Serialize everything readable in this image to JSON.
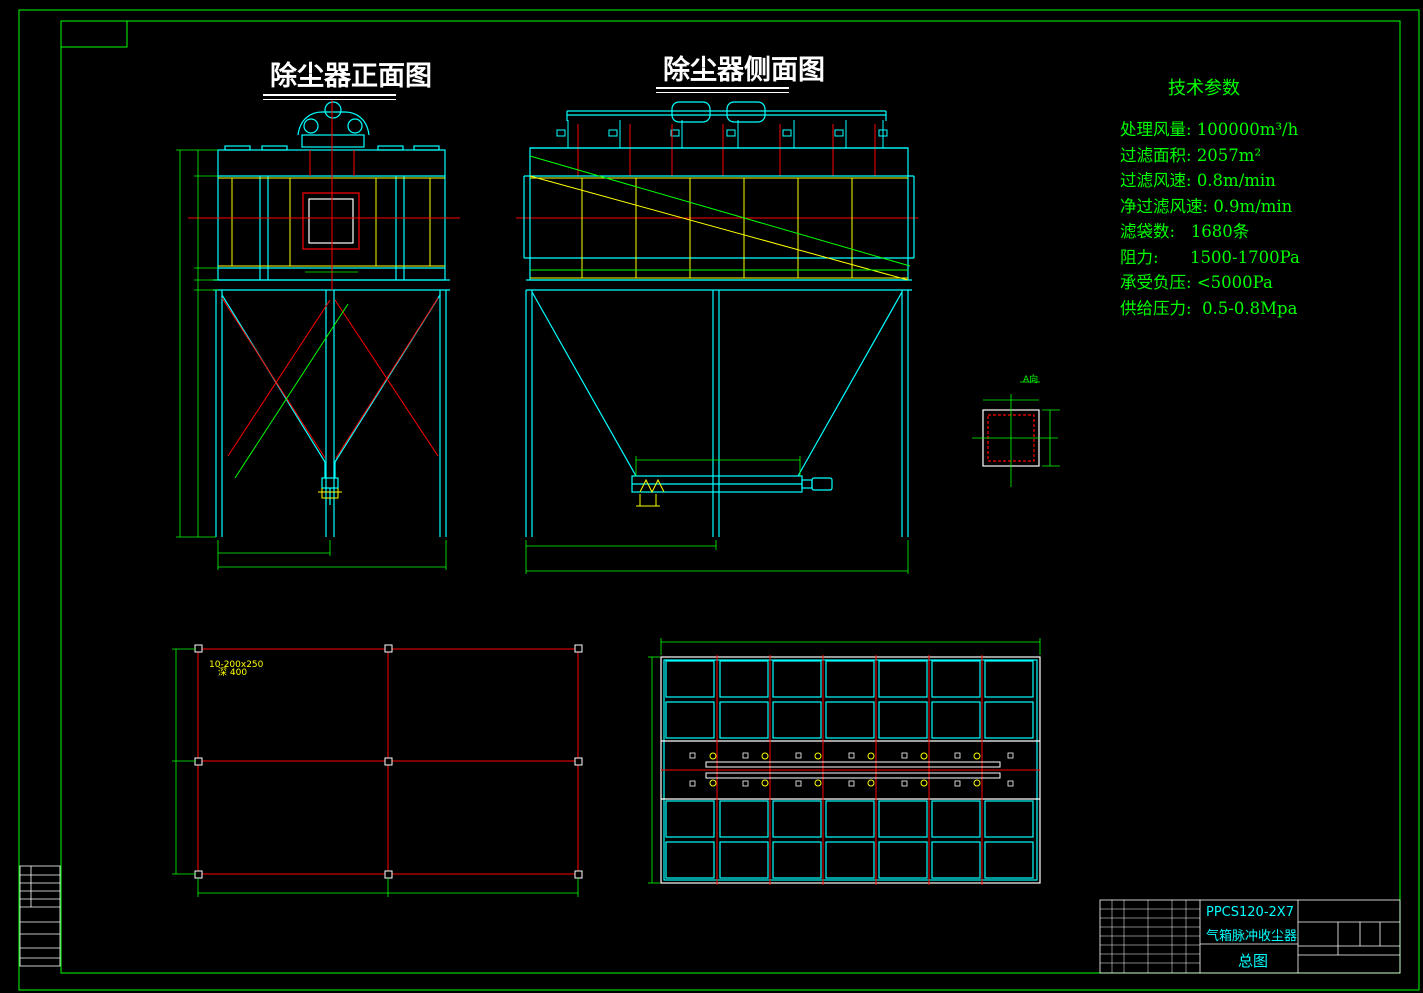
{
  "drawing": {
    "front_view_title": "除尘器正面图",
    "side_view_title": "除尘器侧面图",
    "detail_label": "A向",
    "foundation_note_line1": "10-200x250",
    "foundation_note_line2": "深 400"
  },
  "tech_params": {
    "heading": "技术参数",
    "items": [
      {
        "label": "处理风量:",
        "value": "100000m³/h"
      },
      {
        "label": "过滤面积:",
        "value": "2057m²"
      },
      {
        "label": "过滤风速:",
        "value": "0.8m/min"
      },
      {
        "label": "净过滤风速:",
        "value": "0.9m/min"
      },
      {
        "label": "滤袋数:",
        "value": "1680条"
      },
      {
        "label": "阻力:",
        "value": "1500-1700Pa"
      },
      {
        "label": "承受负压:",
        "value": "<5000Pa"
      },
      {
        "label": "供给压力:",
        "value": "0.5-0.8Mpa"
      }
    ]
  },
  "title_block": {
    "model": "PPCS120-2X7",
    "name": "气箱脉冲收尘器",
    "drawing_name": "总图"
  },
  "colors": {
    "frame": "#00ff00",
    "structure": "#00ffff",
    "centerline": "#ff0000",
    "hidden": "#ffff00",
    "text": "#ffffff",
    "background": "#000000"
  }
}
